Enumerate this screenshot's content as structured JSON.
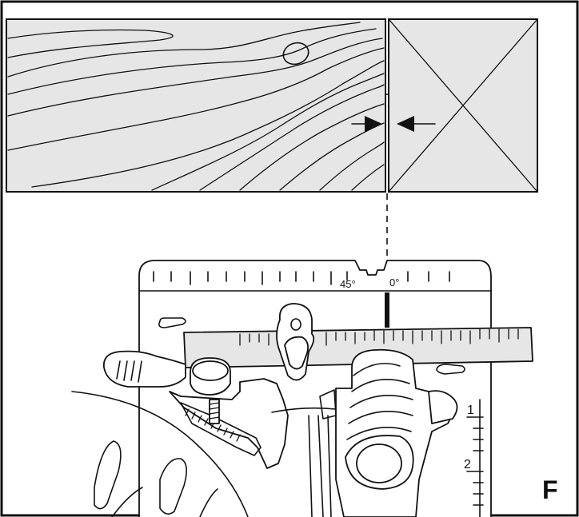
{
  "figure": {
    "panel_letter": "F",
    "scale": {
      "label_bevel": "45°",
      "label_zero": "0°"
    },
    "side_scale": {
      "labels": [
        "1",
        "2"
      ]
    }
  }
}
